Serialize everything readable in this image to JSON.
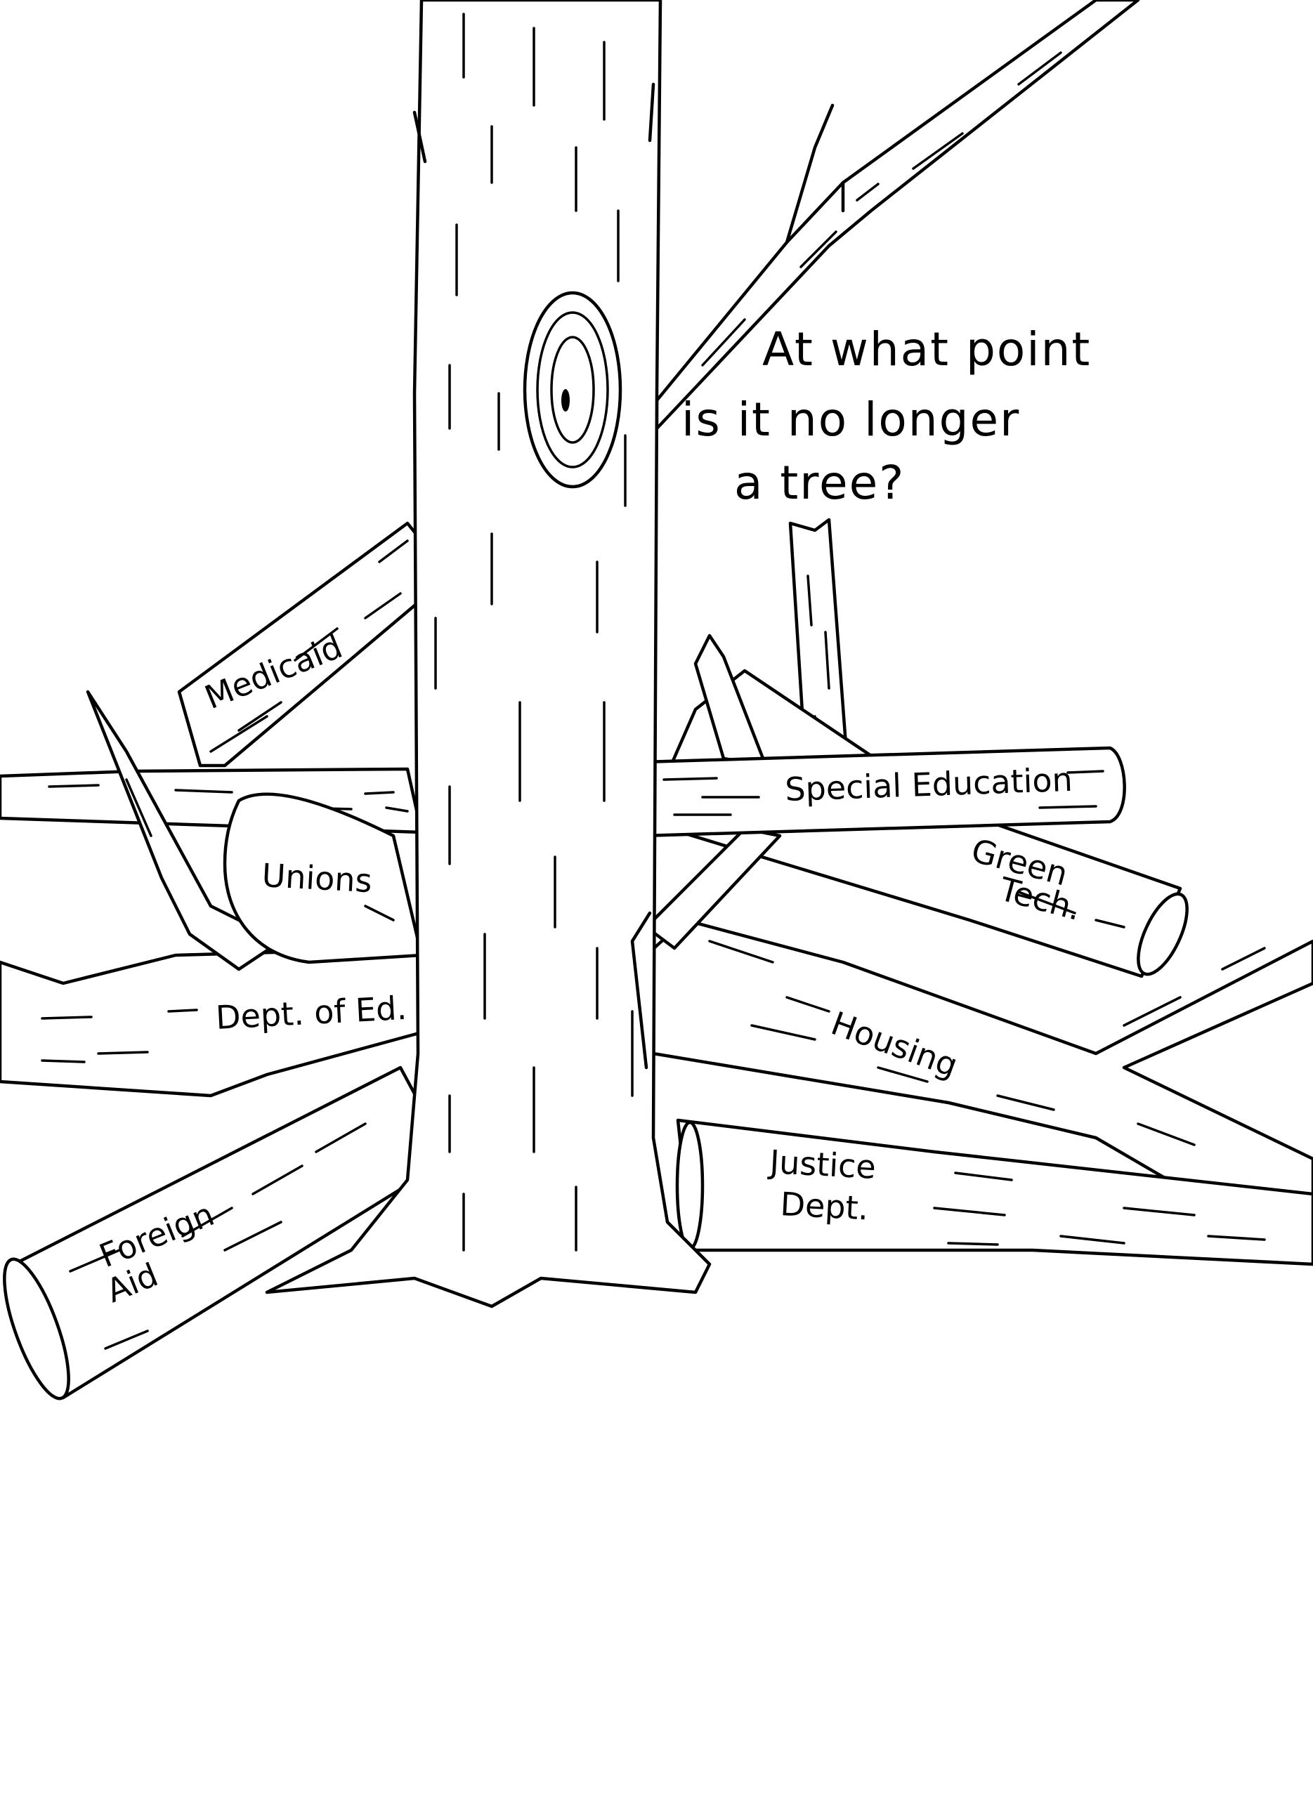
{
  "caption": {
    "line1": "At what point",
    "line2": "is it no longer",
    "line3": "a tree?"
  },
  "labels": {
    "medicaid": "Medicaid",
    "unions": "Unions",
    "dept_of_ed": "Dept. of Ed.",
    "special_education": "Special Education",
    "green_tech_1": "Green",
    "green_tech_2": "Tech.",
    "housing": "Housing",
    "justice_1": "Justice",
    "justice_2": "Dept.",
    "foreign_1": "Foreign",
    "foreign_2": "Aid"
  }
}
